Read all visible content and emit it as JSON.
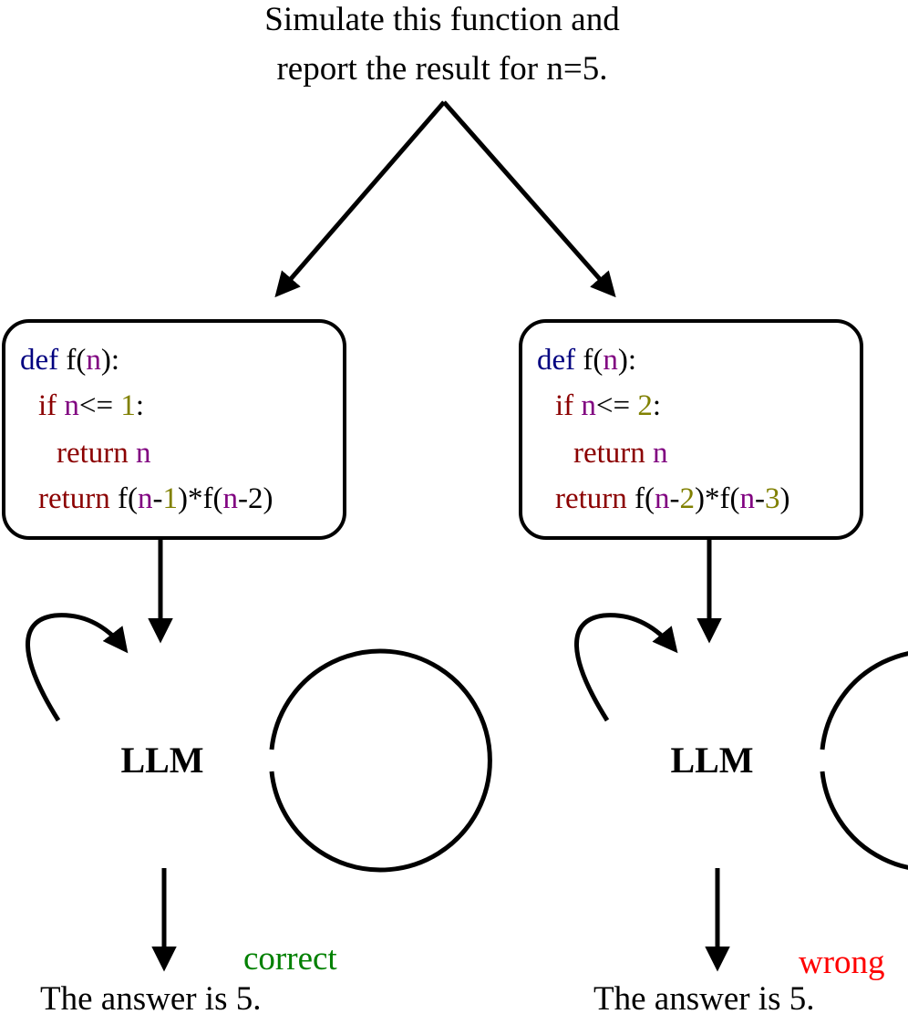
{
  "prompt": {
    "line1": "Simulate this function and",
    "line2": "report the result for n=5."
  },
  "left": {
    "code": {
      "l1_def": "def",
      "l1_f": " f(",
      "l1_n": "n",
      "l1_end": "):",
      "l2_if": "if",
      "l2_n": "n",
      "l2_op": "<= ",
      "l2_num": "1",
      "l2_colon": ":",
      "l3_return": "return",
      "l3_n": "n",
      "l4_return": "return",
      "l4_a": " f(",
      "l4_n1": "n",
      "l4_minus1": "-",
      "l4_num1": "1",
      "l4_b": ")*f(",
      "l4_n2": "n",
      "l4_c": "-2)"
    },
    "llm_label": "LLM",
    "verdict": "correct",
    "answer": "The answer is 5."
  },
  "right": {
    "code": {
      "l1_def": "def",
      "l1_f": " f(",
      "l1_n": "n",
      "l1_end": "):",
      "l2_if": "if",
      "l2_n": "n",
      "l2_op": "<= ",
      "l2_num": "2",
      "l2_colon": ":",
      "l3_return": "return",
      "l3_n": "n",
      "l4_return": "return",
      "l4_a": " f(",
      "l4_n1": "n",
      "l4_minus1": "-",
      "l4_num1": "2",
      "l4_b": ")*f(",
      "l4_n2": "n",
      "l4_minus2": "-",
      "l4_num2": "3",
      "l4_c": ")"
    },
    "llm_label": "LLM",
    "verdict": "wrong",
    "answer": "The answer is 5."
  },
  "colors": {
    "correct": "#008000",
    "wrong": "#ff0000",
    "keyword_def": "#000080",
    "keyword_control": "#8b0000",
    "variable": "#800080",
    "number": "#808000"
  }
}
